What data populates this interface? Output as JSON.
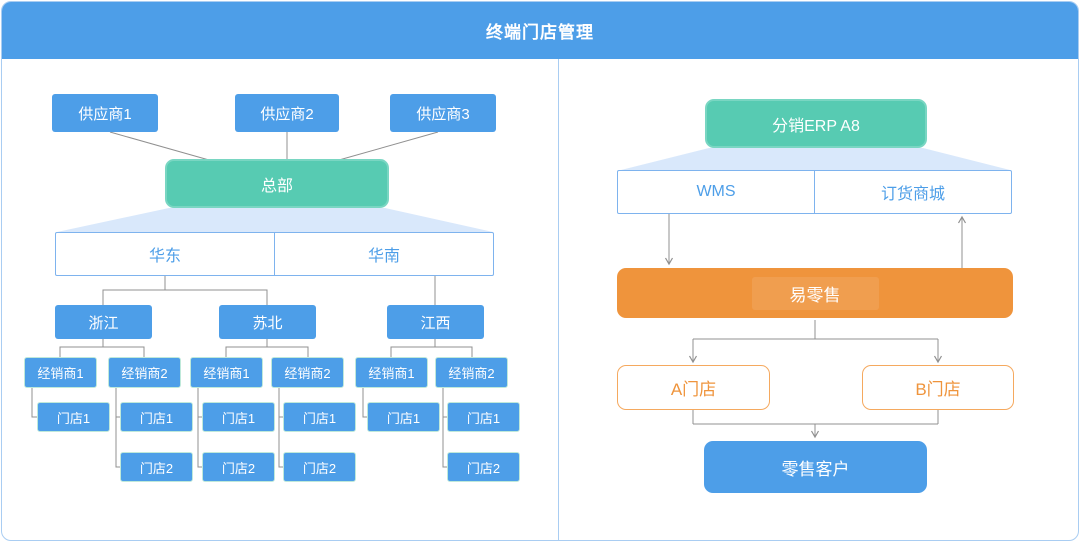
{
  "header": {
    "title": "终端门店管理"
  },
  "colors": {
    "header_blue": "#4d9ee8",
    "node_blue": "#4d9ee8",
    "node_green": "#57cbb2",
    "node_orange": "#ef943c",
    "orange_border": "#f5a95f",
    "trapezoid_fill": "#d9e8fb",
    "connector_gray": "#909090",
    "panel_border": "#a9cdf2",
    "blue_text": "#4d9ee8"
  },
  "left": {
    "suppliers": [
      {
        "label": "供应商1"
      },
      {
        "label": "供应商2"
      },
      {
        "label": "供应商3"
      }
    ],
    "hq": {
      "label": "总部"
    },
    "regions": [
      {
        "label": "华东"
      },
      {
        "label": "华南"
      }
    ],
    "provinces": [
      {
        "label": "浙江"
      },
      {
        "label": "苏北"
      },
      {
        "label": "江西"
      }
    ],
    "dealer_groups": [
      {
        "province": "浙江",
        "dealers": [
          {
            "label": "经销商1",
            "stores": [
              {
                "label": "门店1"
              }
            ]
          },
          {
            "label": "经销商2",
            "stores": [
              {
                "label": "门店1"
              },
              {
                "label": "门店2"
              }
            ]
          }
        ]
      },
      {
        "province": "苏北",
        "dealers": [
          {
            "label": "经销商1",
            "stores": [
              {
                "label": "门店1"
              },
              {
                "label": "门店2"
              }
            ]
          },
          {
            "label": "经销商2",
            "stores": [
              {
                "label": "门店1"
              },
              {
                "label": "门店2"
              }
            ]
          }
        ]
      },
      {
        "province": "江西",
        "dealers": [
          {
            "label": "经销商1",
            "stores": [
              {
                "label": "门店1"
              }
            ]
          },
          {
            "label": "经销商2",
            "stores": [
              {
                "label": "门店1"
              },
              {
                "label": "门店2"
              }
            ]
          }
        ]
      }
    ]
  },
  "right": {
    "erp": {
      "label": "分销ERP A8"
    },
    "modules": [
      {
        "label": "WMS"
      },
      {
        "label": "订货商城"
      }
    ],
    "retail_platform": {
      "label": "易零售"
    },
    "stores": [
      {
        "label": "A门店"
      },
      {
        "label": "B门店"
      }
    ],
    "customer": {
      "label": "零售客户"
    }
  }
}
